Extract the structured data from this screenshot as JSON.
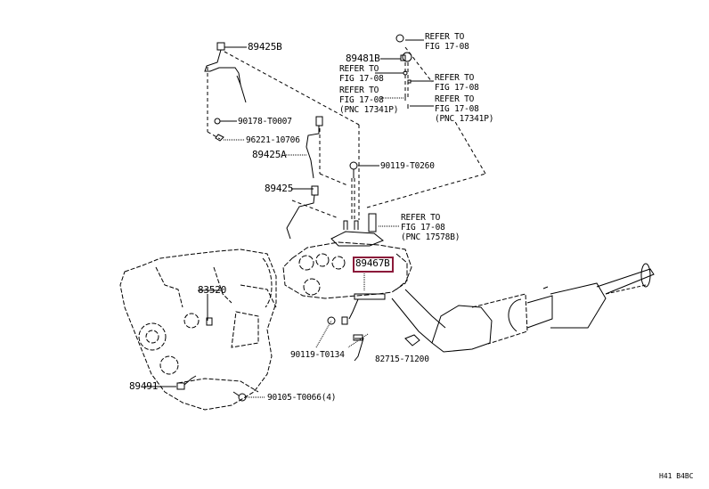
{
  "diagram": {
    "highlight_color": "#8b1a3a",
    "drawing_code": "H41 B4BC",
    "parts": [
      {
        "id": "p1",
        "label": "89425B"
      },
      {
        "id": "p2",
        "label": "90178-T0007"
      },
      {
        "id": "p3",
        "label": "96221-10706"
      },
      {
        "id": "p4",
        "label": "89425A"
      },
      {
        "id": "p5",
        "label": "89425"
      },
      {
        "id": "p6",
        "label": "89481B"
      },
      {
        "id": "p7",
        "label": "90119-T0260"
      },
      {
        "id": "p8",
        "label": "89467B",
        "highlighted": true
      },
      {
        "id": "p9",
        "label": "83520"
      },
      {
        "id": "p10",
        "label": "90119-T0134"
      },
      {
        "id": "p11",
        "label": "82715-71200"
      },
      {
        "id": "p12",
        "label": "89491"
      },
      {
        "id": "p13",
        "label": "90105-T0066(4)"
      }
    ],
    "references": [
      {
        "line1": "REFER TO",
        "line2": "FIG 17-08"
      },
      {
        "line1": "REFER TO",
        "line2": "FIG 17-08"
      },
      {
        "line1": "REFER TO",
        "line2": "FIG 17-08"
      },
      {
        "line1": "REFER TO",
        "line2": "FIG 17-08",
        "line3": "(PNC 17341P)"
      },
      {
        "line1": "REFER TO",
        "line2": "FIG 17-08",
        "line3": "(PNC 17341P)"
      },
      {
        "line1": "REFER TO",
        "line2": "FIG 17-08",
        "line3": "(PNC 17578B)"
      }
    ]
  }
}
